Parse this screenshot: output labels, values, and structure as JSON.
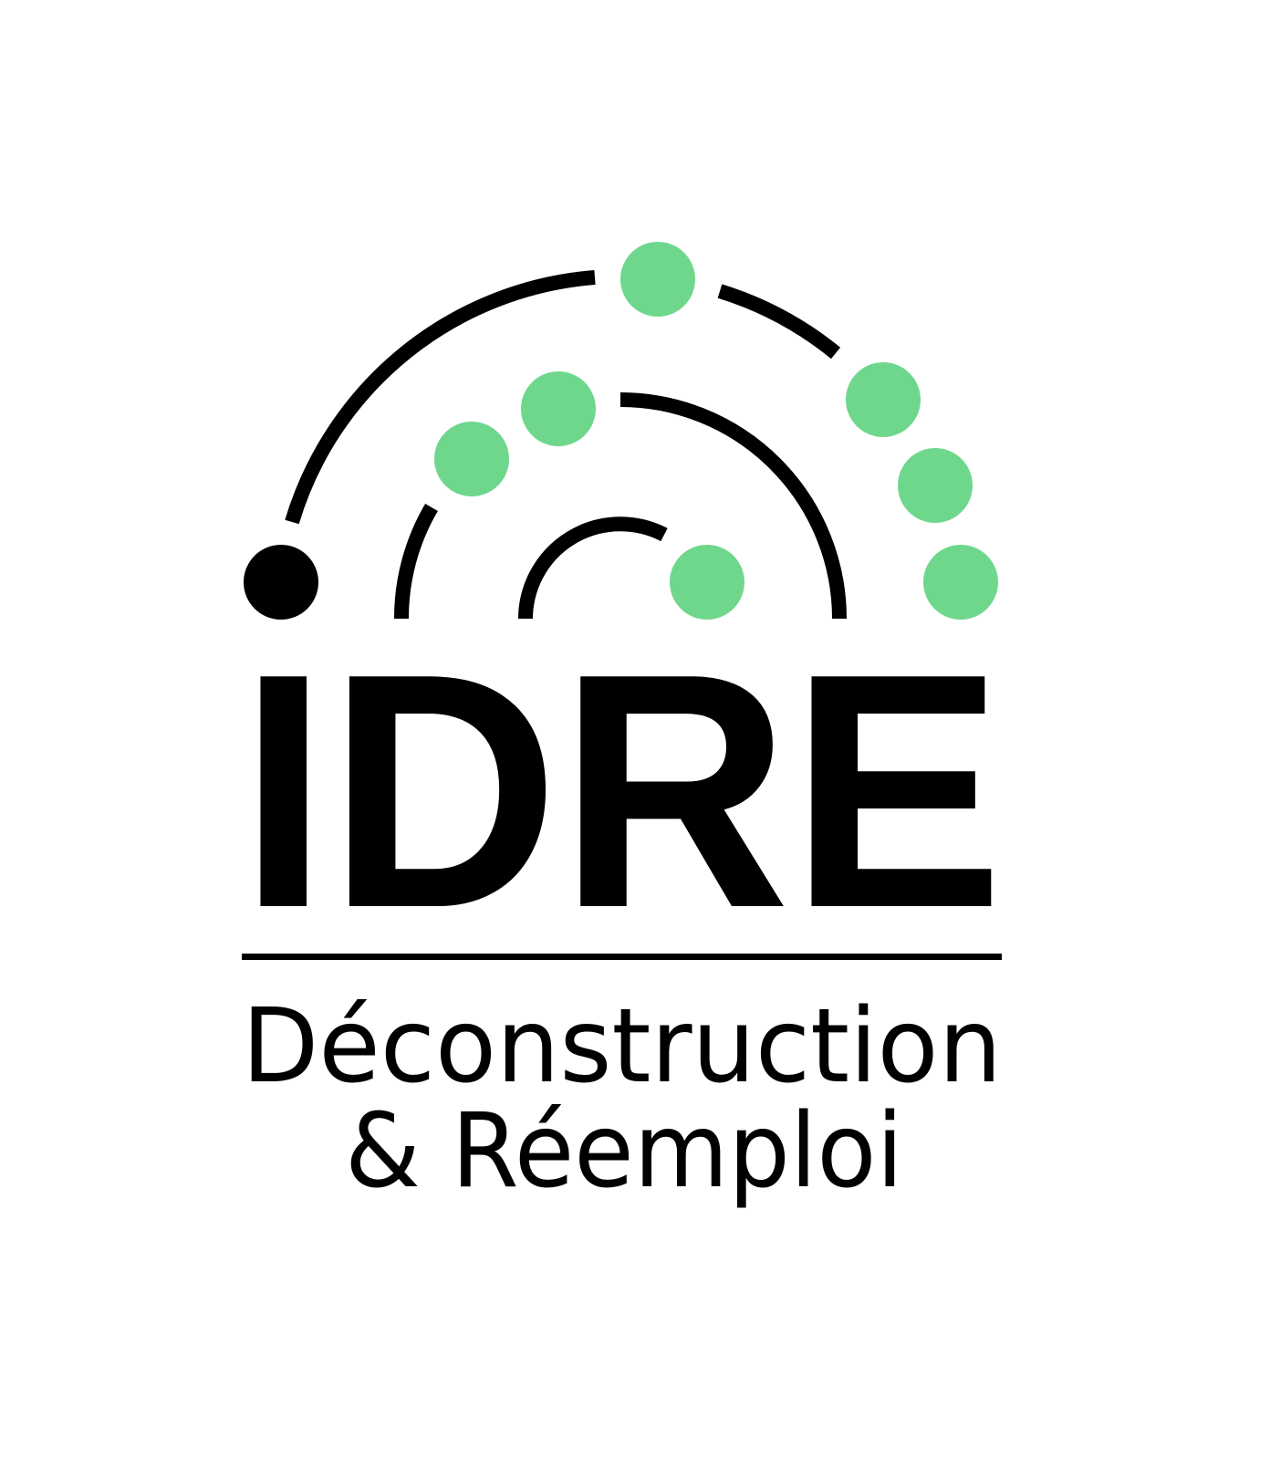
{
  "logo": {
    "wordmark": "IDRE",
    "tagline_line1": "Déconstruction",
    "tagline_line2": "& Réemploi",
    "colors": {
      "ink": "#000000",
      "accent_green": "#6fd78c",
      "background": "#ffffff"
    },
    "icon": "concentric-arcs-with-dots"
  }
}
